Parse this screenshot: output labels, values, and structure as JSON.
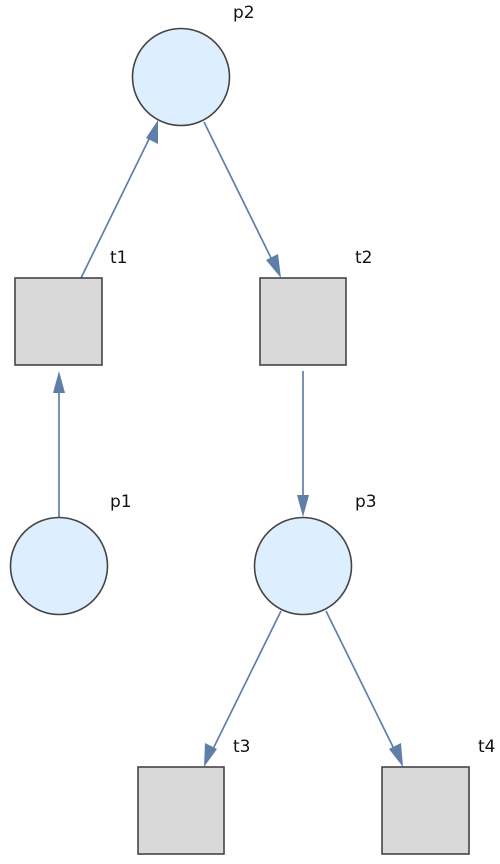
{
  "places": [
    {
      "id": "p1",
      "label": "p1"
    },
    {
      "id": "p2",
      "label": "p2"
    },
    {
      "id": "p3",
      "label": "p3"
    }
  ],
  "transitions": [
    {
      "id": "t1",
      "label": "t1"
    },
    {
      "id": "t2",
      "label": "t2"
    },
    {
      "id": "t3",
      "label": "t3"
    },
    {
      "id": "t4",
      "label": "t4"
    }
  ],
  "arcs": [
    {
      "from": "p1",
      "to": "t1"
    },
    {
      "from": "t1",
      "to": "p2"
    },
    {
      "from": "p2",
      "to": "t2"
    },
    {
      "from": "t2",
      "to": "p3"
    },
    {
      "from": "p3",
      "to": "t3"
    },
    {
      "from": "p3",
      "to": "t4"
    }
  ],
  "colors": {
    "place_fill": "#ddeeff",
    "transition_fill": "#d9d9d9",
    "outline": "#444444",
    "arc": "#5f7fa8"
  }
}
